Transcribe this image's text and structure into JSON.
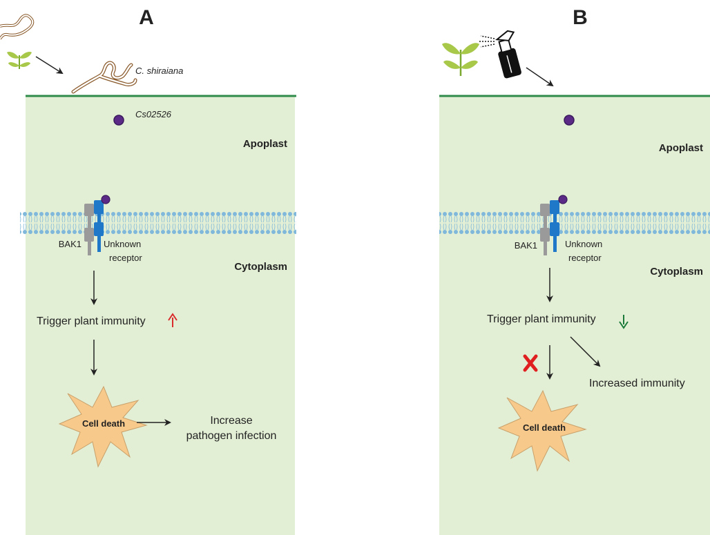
{
  "panel_a": {
    "label": "A",
    "pathogen_label": "C. shiraiana",
    "effector_label": "Cs02526",
    "apoplast": "Apoplast",
    "cytoplasm": "Cytoplasm",
    "bak1": "BAK1",
    "receptor_line1": "Unknown",
    "receptor_line2": "receptor",
    "immunity": "Trigger plant immunity",
    "cell_death": "Cell death",
    "outcome_line1": "Increase",
    "outcome_line2": "pathogen infection"
  },
  "panel_b": {
    "label": "B",
    "apoplast": "Apoplast",
    "cytoplasm": "Cytoplasm",
    "bak1": "BAK1",
    "receptor_line1": "Unknown",
    "receptor_line2": "receptor",
    "immunity": "Trigger plant immunity",
    "cell_death": "Cell death",
    "outcome": "Increased immunity"
  },
  "colors": {
    "cell_bg": "#e3efd5",
    "membrane_line": "#2e8b4a",
    "effector": "#5b2a86",
    "bak1": "#9a9a9a",
    "receptor": "#1f78c8",
    "up_arrow": "#d92b2b",
    "down_arrow": "#1b7a3a",
    "cross": "#e02020",
    "cell_death_fill": "#f7c98b"
  }
}
